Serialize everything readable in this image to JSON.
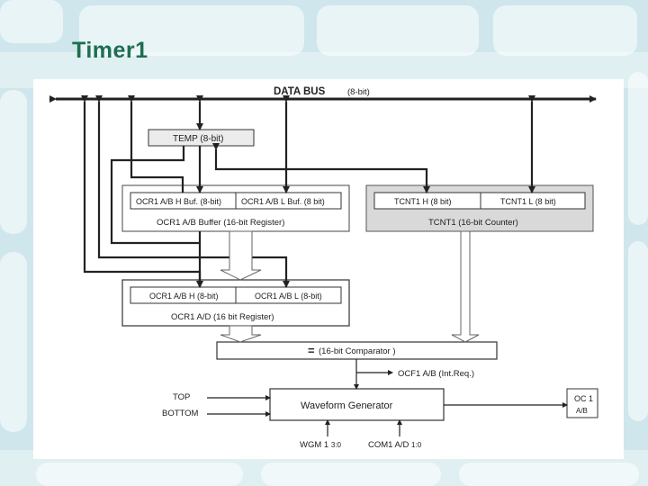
{
  "slide": {
    "title": "Timer1"
  },
  "diagram": {
    "data_bus": {
      "name": "DATA BUS",
      "width": "(8-bit)"
    },
    "temp": {
      "label": "TEMP (8-bit)"
    },
    "ocr_buffer": {
      "high": {
        "name": "OCR1 A/B H",
        "suffix": "Buf. (8-bit)"
      },
      "low": {
        "name": "OCR1 A/B L",
        "suffix": "Buf. (8 bit)"
      },
      "caption_name": "OCR1 A/B",
      "caption_desc": "Buffer (16-bit Register)"
    },
    "tcnt": {
      "high": {
        "name": "TCNT1 H",
        "suffix": "(8 bit)"
      },
      "low": {
        "name": "TCNT1 L",
        "suffix": "(8 bit)"
      },
      "caption_name": "TCNT1",
      "caption_desc": "(16-bit Counter)"
    },
    "ocr_register": {
      "high": {
        "name": "OCR1 A/B H",
        "suffix": "(8-bit)"
      },
      "low": {
        "name": "OCR1 A/B L",
        "suffix": "(8-bit)"
      },
      "caption_name": "OCR1 A/D",
      "caption_desc": "(16 bit Register)"
    },
    "comparator": {
      "symbol": "=",
      "label": "(16-bit Comparator )"
    },
    "interrupt": {
      "name": "OCF1 A/B",
      "suffix": "(Int.Req.)"
    },
    "waveform": {
      "label": "Waveform Generator"
    },
    "inputs": {
      "top": "TOP",
      "bottom": "BOTTOM"
    },
    "output": {
      "line1": "OC 1",
      "line2": "A/B"
    },
    "modes": {
      "wgm_name": "WGM 1",
      "wgm_bits": "3:0",
      "com_name": "COM1 A/D",
      "com_bits": "1:0"
    }
  }
}
